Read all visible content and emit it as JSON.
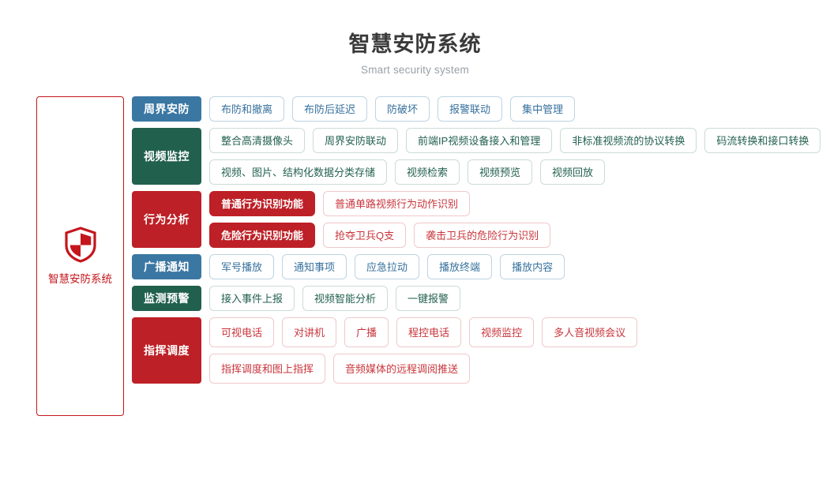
{
  "header": {
    "title": "智慧安防系统",
    "subtitle": "Smart security system"
  },
  "brand": {
    "icon": "shield-icon",
    "label": "智慧安防系统",
    "border_color": "#c4161c",
    "text_color": "#c4161c"
  },
  "colors": {
    "blue": "#3b77a3",
    "green": "#22604e",
    "red": "#bd2026",
    "title": "#3a3a3a",
    "subtitle": "#9aa0a6"
  },
  "rows": [
    {
      "category": "周界安防",
      "color": "blue",
      "lines": [
        [
          {
            "label": "布防和撤离",
            "style": "outline"
          },
          {
            "label": "布防后延迟",
            "style": "outline"
          },
          {
            "label": "防破坏",
            "style": "outline"
          },
          {
            "label": "报警联动",
            "style": "outline"
          },
          {
            "label": "集中管理",
            "style": "outline"
          }
        ]
      ]
    },
    {
      "category": "视频监控",
      "color": "green",
      "lines": [
        [
          {
            "label": "整合高清摄像头",
            "style": "outline"
          },
          {
            "label": "周界安防联动",
            "style": "outline"
          },
          {
            "label": "前端IP视频设备接入和管理",
            "style": "outline"
          },
          {
            "label": "非标准视频流的协议转换",
            "style": "outline"
          },
          {
            "label": "码流转换和接口转换",
            "style": "outline"
          }
        ],
        [
          {
            "label": "视频、图片、结构化数据分类存储",
            "style": "outline"
          },
          {
            "label": "视频检索",
            "style": "outline"
          },
          {
            "label": "视频预览",
            "style": "outline"
          },
          {
            "label": "视频回放",
            "style": "outline"
          }
        ]
      ]
    },
    {
      "category": "行为分析",
      "color": "red",
      "lines": [
        [
          {
            "label": "普通行为识别功能",
            "style": "solid"
          },
          {
            "label": "普通单路视频行为动作识别",
            "style": "outline"
          }
        ],
        [
          {
            "label": "危险行为识别功能",
            "style": "solid"
          },
          {
            "label": "抢夺卫兵Q支",
            "style": "outline"
          },
          {
            "label": "袭击卫兵的危险行为识别",
            "style": "outline"
          }
        ]
      ]
    },
    {
      "category": "广播通知",
      "color": "blue",
      "lines": [
        [
          {
            "label": "军号播放",
            "style": "outline"
          },
          {
            "label": "通知事项",
            "style": "outline"
          },
          {
            "label": "应急拉动",
            "style": "outline"
          },
          {
            "label": "播放终端",
            "style": "outline"
          },
          {
            "label": "播放内容",
            "style": "outline"
          }
        ]
      ]
    },
    {
      "category": "监测预警",
      "color": "green",
      "lines": [
        [
          {
            "label": "接入事件上报",
            "style": "outline"
          },
          {
            "label": "视频智能分析",
            "style": "outline"
          },
          {
            "label": "一键报警",
            "style": "outline"
          }
        ]
      ]
    },
    {
      "category": "指挥调度",
      "color": "red",
      "tall": true,
      "lines": [
        [
          {
            "label": "可视电话",
            "style": "outline"
          },
          {
            "label": "对讲机",
            "style": "outline"
          },
          {
            "label": "广播",
            "style": "outline"
          },
          {
            "label": "程控电话",
            "style": "outline"
          },
          {
            "label": "视频监控",
            "style": "outline"
          },
          {
            "label": "多人音视频会议",
            "style": "outline"
          }
        ],
        [
          {
            "label": "指挥调度和图上指挥",
            "style": "outline"
          },
          {
            "label": "音频媒体的远程调阅推送",
            "style": "outline"
          }
        ]
      ]
    }
  ]
}
